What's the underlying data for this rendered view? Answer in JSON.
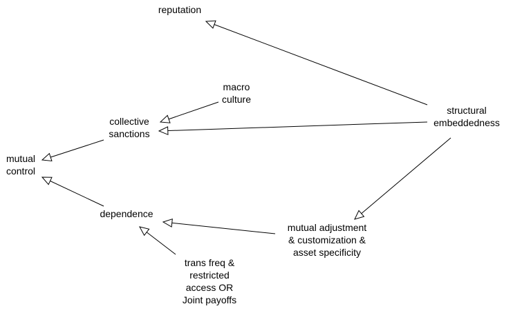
{
  "colors": {
    "background": "#ffffff",
    "stroke": "#000000",
    "text": "#000000"
  },
  "nodes": {
    "reputation": [
      "reputation"
    ],
    "macro_culture": [
      "macro",
      "culture"
    ],
    "collective_sanctions": [
      "collective",
      "sanctions"
    ],
    "mutual_control": [
      "mutual",
      "control"
    ],
    "dependence": [
      "dependence"
    ],
    "structural_embeddedness": [
      "structural",
      "embeddedness"
    ],
    "mutual_adjustment": [
      "mutual adjustment",
      "& customization &",
      "asset specificity"
    ],
    "trans_freq": [
      "trans freq &",
      "restricted",
      "access OR",
      "Joint payoffs"
    ]
  },
  "edges": [
    {
      "from": "structural_embeddedness",
      "to": "reputation"
    },
    {
      "from": "structural_embeddedness",
      "to": "collective_sanctions"
    },
    {
      "from": "macro_culture",
      "to": "collective_sanctions"
    },
    {
      "from": "collective_sanctions",
      "to": "mutual_control"
    },
    {
      "from": "dependence",
      "to": "mutual_control"
    },
    {
      "from": "structural_embeddedness",
      "to": "mutual_adjustment"
    },
    {
      "from": "mutual_adjustment",
      "to": "dependence"
    },
    {
      "from": "trans_freq",
      "to": "dependence"
    }
  ]
}
